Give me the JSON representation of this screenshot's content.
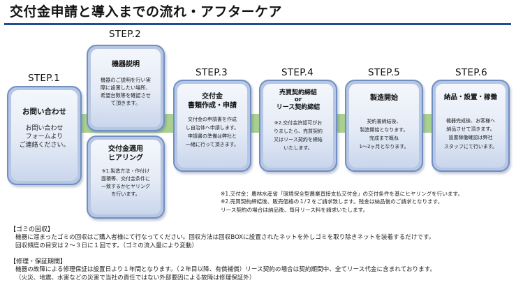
{
  "title": "交付金申請と導入までの流れ・アフターケア",
  "steps": [
    {
      "label": "STEP.1",
      "card_title": "お問い合わせ",
      "card_body": "お問い合わせ\nフォームより\nご連絡ください。"
    },
    {
      "label": "STEP.2",
      "card_top_title": "機器説明",
      "card_top_body": "機器のご説明を行い実\n際に設置したい場所、\n希望台数等を確認させ\nて頂きます。",
      "card_bottom_title": "交付金適用\nヒアリング",
      "card_bottom_body": "※1.製造方法・作付け\n面積等、交付金条件に\n一致するかヒヤリング\nを行います。"
    },
    {
      "label": "STEP.3",
      "card_title": "交付金\n書類作成・申請",
      "card_body": "交付金の申請書を作成\nし自治体へ申請します。\n申請書の準備は弊社と\n一緒に行って頂きます。"
    },
    {
      "label": "STEP.4",
      "card_title": "売買契約締結\nor\nリース契約締結",
      "card_body": "※2.交付金許認可がお\nりましたら、売買契約\n又はリース契約を締結\nいたします。"
    },
    {
      "label": "STEP.5",
      "card_title": "製造開始",
      "card_body": "契約書締結後、\n製造開始となります。\n完成まで概ね\n1～2ヶ月となります。"
    },
    {
      "label": "STEP.6",
      "card_title": "納品・設置・稼働",
      "card_body": "機器完成後、お客様へ\n納品させて頂きます。\n設置稼働確認は弊社\nスタッフにて行います。"
    }
  ],
  "notes": "※1.交付金：農林水産省「環境保全型農業直接支払交付金」の交付条件を基にヒヤリングを行います。\n※2.売買契約締結後、販売価格の１/２をご請求致します。残金は納品後のご請求となります。\nリース契約の場合は納品後、毎月リース料を請求いたします。",
  "garbage": {
    "heading": "【ゴミの回収】",
    "text": "機器に溜まったゴミの回収はご購入者様にて行なってください。回収方法は回収BOXに設置されたネットを外しゴミを取り除きネットを装着するだけです。\n回収頻度の目安は２～３日に１回です。（ゴミの流入量により変動）"
  },
  "warranty": {
    "heading": "【修理・保証期間】",
    "text": "機器の故障による修理保証は設置日より１年間となります。（２年目以降、有償補償）リース契約の場合は契約期間中、全てリース代金に含まれております。\n（火災、地震、水害などの災害で当社の責任ではない外部要因による故障は修理保証外）"
  }
}
